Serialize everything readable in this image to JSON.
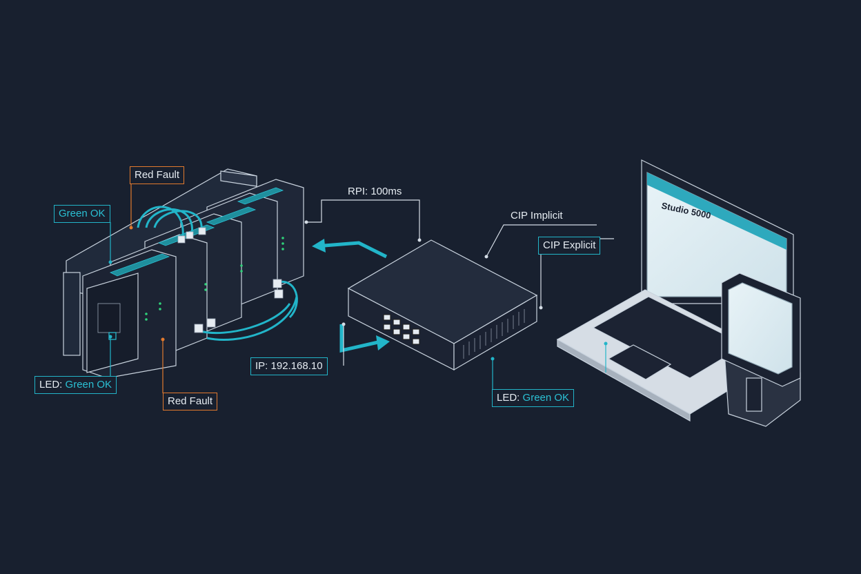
{
  "labels": {
    "red_fault_top": "Red Fault",
    "green_ok_left": "Green OK",
    "led_left_prefix": "LED:",
    "led_left_value": "Green OK",
    "red_fault_bottom": "Red Fault",
    "rpi": "RPI: 100ms",
    "cip_implicit": "CIP Implicit",
    "cip_explicit": "CIP Explicit",
    "ip_address": "IP: 192.168.10",
    "led_right_prefix": "LED:",
    "led_right_value": "Green OK"
  },
  "laptop": {
    "screen_title": "Studio 5000"
  },
  "colors": {
    "background": "#18202f",
    "line": "#d5dde6",
    "accent_teal": "#22b5c9",
    "fault_orange": "#e27a2e",
    "led_green": "#2fd27a"
  },
  "icons": [
    "plc-rack-icon",
    "ethernet-switch-icon",
    "laptop-icon",
    "hmi-tablet-icon",
    "ethernet-cable-icon",
    "data-flow-arrow-icon"
  ]
}
